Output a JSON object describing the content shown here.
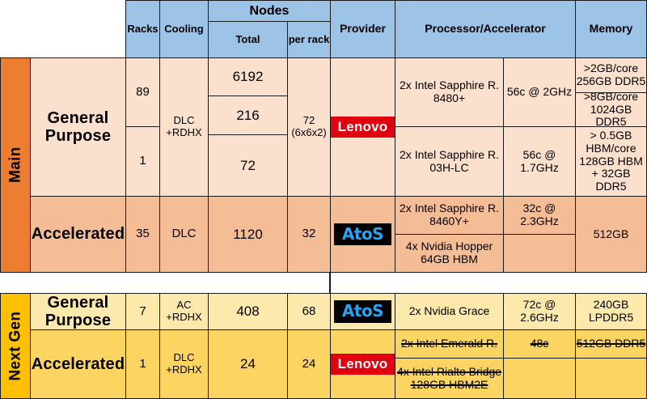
{
  "header": {
    "racks": "Racks",
    "cooling": "Cooling",
    "nodes": "Nodes",
    "nodes_total": "Total",
    "nodes_per_rack": "per rack",
    "provider": "Provider",
    "processor": "Processor/Accelerator",
    "memory": "Memory"
  },
  "sections": [
    {
      "name": "Main",
      "rows": [
        {
          "label": "General Purpose",
          "racks": [
            "89",
            "1"
          ],
          "cooling": "DLC +RDHX",
          "nodes_total": [
            "6192",
            "216",
            "72"
          ],
          "nodes_per_rack": "72 (6x6x2)",
          "provider_logo": "Lenovo",
          "processors": [
            {
              "name": "2x Intel Sapphire R. 8480+",
              "cores": "56c @ 2GHz"
            },
            {
              "name": "2x Intel Sapphire R. 03H-LC",
              "cores": "56c @ 1.7GHz"
            }
          ],
          "memory": [
            ">2GB/core 256GB DDR5",
            ">8GB/core 1024GB DDR5",
            "> 0.5GB HBM/core 128GB HBM + 32GB DDR5"
          ]
        },
        {
          "label": "Accelerated",
          "racks": [
            "35"
          ],
          "cooling": "DLC",
          "nodes_total": [
            "1120"
          ],
          "nodes_per_rack": "32",
          "provider_logo": "AtoS",
          "processors": [
            {
              "name": "2x Intel Sapphire R. 8460Y+",
              "cores": "32c @ 2.3GHz"
            },
            {
              "name": "4x Nvidia Hopper 64GB HBM",
              "cores": ""
            }
          ],
          "memory": [
            "512GB"
          ]
        }
      ]
    },
    {
      "name": "Next Gen",
      "rows": [
        {
          "label": "General Purpose",
          "racks": [
            "7"
          ],
          "cooling": "AC +RDHX",
          "nodes_total": [
            "408"
          ],
          "nodes_per_rack": "68",
          "provider_logo": "AtoS",
          "processors": [
            {
              "name": "2x Nvidia Grace",
              "cores": "72c @ 2.6GHz"
            }
          ],
          "memory": [
            "240GB LPDDR5"
          ]
        },
        {
          "label": "Accelerated",
          "racks": [
            "1"
          ],
          "cooling": "DLC +RDHX",
          "nodes_total": [
            "24"
          ],
          "nodes_per_rack": "24",
          "provider_logo": "Lenovo",
          "processors": [
            {
              "name": "2x Intel Emerald R.",
              "cores": "48c"
            },
            {
              "name": "4x Intel Rialto Bridge 128GB HBM2E",
              "cores": ""
            }
          ],
          "memory": [
            "512GB DDR5"
          ]
        }
      ]
    }
  ],
  "colors": {
    "header_blue": "#9dc3e6",
    "main_accent": "#ed7d31",
    "nextgen_accent": "#ffc000",
    "lenovo_red": "#e1000f",
    "atos_blue": "#2aa3ef"
  }
}
